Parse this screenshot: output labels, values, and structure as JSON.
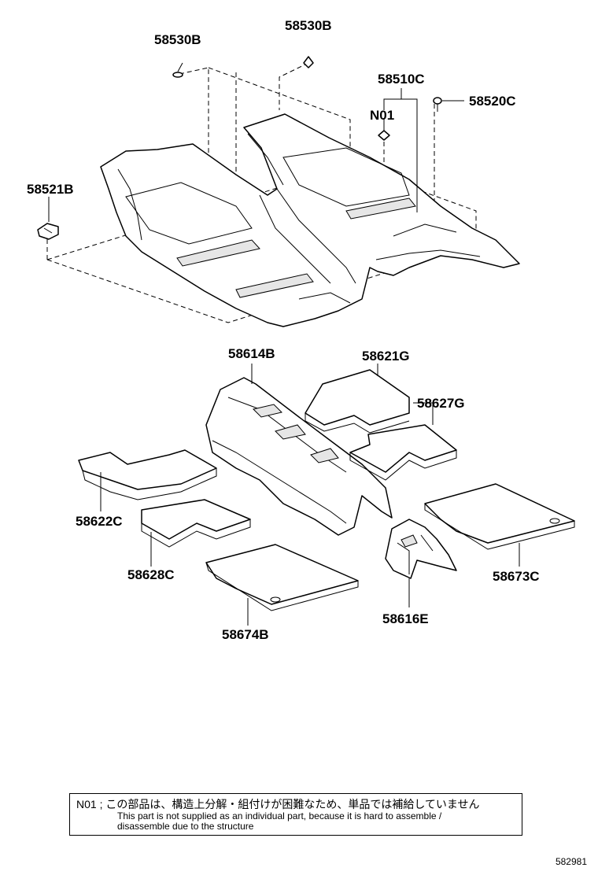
{
  "parts": {
    "p58530B_left": "58530B",
    "p58530B_right": "58530B",
    "p58510C": "58510C",
    "pN01": "N01",
    "p58520C": "58520C",
    "p58521B": "58521B",
    "p58614B": "58614B",
    "p58621G": "58621G",
    "p58627G": "58627G",
    "p58622C": "58622C",
    "p58628C": "58628C",
    "p58673C": "58673C",
    "p58674B": "58674B",
    "p58616E": "58616E"
  },
  "note": {
    "jp": "N01 ; この部品は、構造上分解・組付けが困難なため、単品では補給していません",
    "en_line1": "This part is not supplied as an individual part, because it is hard to assemble /",
    "en_line2": "disassemble due to the structure"
  },
  "reference": "582981"
}
